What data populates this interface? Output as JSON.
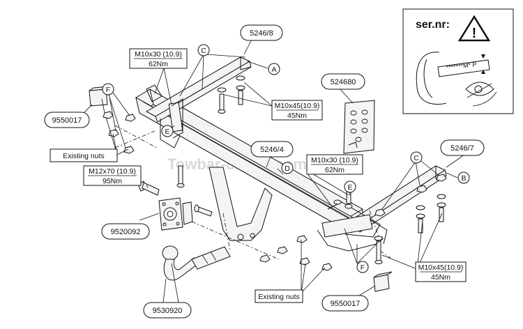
{
  "serial": {
    "title": "ser.nr:",
    "plate_text": "*******M* P",
    "warning_symbol": "!"
  },
  "parts": {
    "p_5246_8": "5246/8",
    "p_524680": "524680",
    "p_5246_4": "5246/4",
    "p_5246_7": "5246/7",
    "p_9550017_left": "9550017",
    "p_9550017_right": "9550017",
    "p_9520092": "9520092",
    "p_9530920": "9530920"
  },
  "bolts": {
    "m10x30_left": {
      "size": "M10x30 (10.9)",
      "torque": "62Nm"
    },
    "m10x45_top": {
      "size": "M10x45(10.9)",
      "torque": "45Nm"
    },
    "m12x70": {
      "size": "M12x70 (10.9)",
      "torque": "95Nm"
    },
    "m10x30_center": {
      "size": "M10x30 (10.9)",
      "torque": "62Nm"
    },
    "m10x45_right": {
      "size": "M10x45(10.9)",
      "torque": "45Nm"
    }
  },
  "nuts": {
    "left": "Existing nuts",
    "bottom": "Existing nuts"
  },
  "callouts": {
    "A": "A",
    "B": "B",
    "C_left": "C",
    "C_right": "C",
    "D": "D",
    "E_left": "E",
    "E_right": "E",
    "F_left": "F",
    "F_right": "F"
  },
  "watermark": "Towbar-center.com"
}
